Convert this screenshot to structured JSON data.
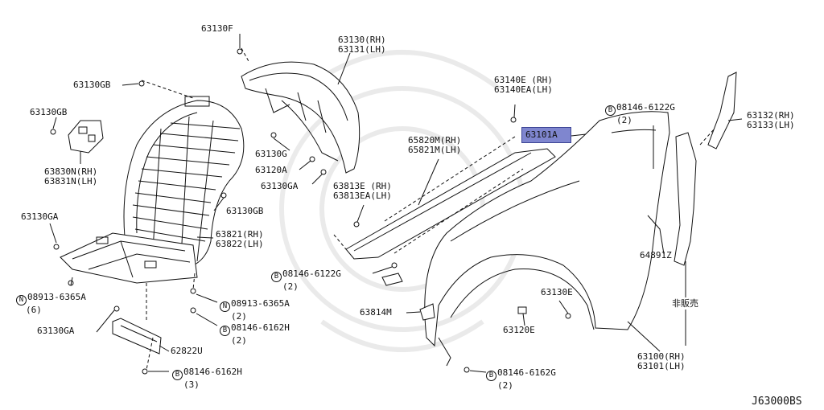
{
  "diagram": {
    "code": "J63000BS",
    "highlighted_part": "63101A",
    "labels": {
      "p63130F": "63130F",
      "p63130GB_a": "63130GB",
      "p63130GB_b": "63130GB",
      "p63830N": "63830N(RH)",
      "p63831N": "63831N(LH)",
      "p63130GA_a": "63130GA",
      "p63130GA_b": "63130GA",
      "p63130GA_c": "63130GA",
      "p63130rh": "63130(RH)",
      "p63131lh": "63131(LH)",
      "p63130G": "63130G",
      "p63120A": "63120A",
      "p63130GB_c": "63130GB",
      "p63821": "63821(RH)",
      "p63822": "63822(LH)",
      "p08913a_num": "08913-6365A",
      "p08913a_qty": "(6)",
      "p08913b_num": "08913-6365A",
      "p08913b_qty": "(2)",
      "p08146_h1_num": "08146-6162H",
      "p08146_h1_qty": "(2)",
      "p62822U": "62822U",
      "p08146_h2_num": "08146-6162H",
      "p08146_h2_qty": "(3)",
      "p63140E": "63140E (RH)",
      "p63140EA": "63140EA(LH)",
      "p65820M": "65820M(RH)",
      "p65821M": "65821M(LH)",
      "p63813E": "63813E (RH)",
      "p63813EA": "63813EA(LH)",
      "p08146_g1_num": "08146-6122G",
      "p08146_g1_qty": "(2)",
      "p08146_g2_num": "08146-6122G",
      "p08146_g2_qty": "(2)",
      "p63814M": "63814M",
      "p63130E": "63130E",
      "p63120E": "63120E",
      "p08146_g3_num": "08146-6162G",
      "p08146_g3_qty": "(2)",
      "p63132": "63132(RH)",
      "p63133": "63133(LH)",
      "p64891Z": "64891Z",
      "p_nonsale": "非販売",
      "p63100": "63100(RH)",
      "p63101": "63101(LH)",
      "circle_N": "N",
      "circle_B": "B"
    }
  }
}
